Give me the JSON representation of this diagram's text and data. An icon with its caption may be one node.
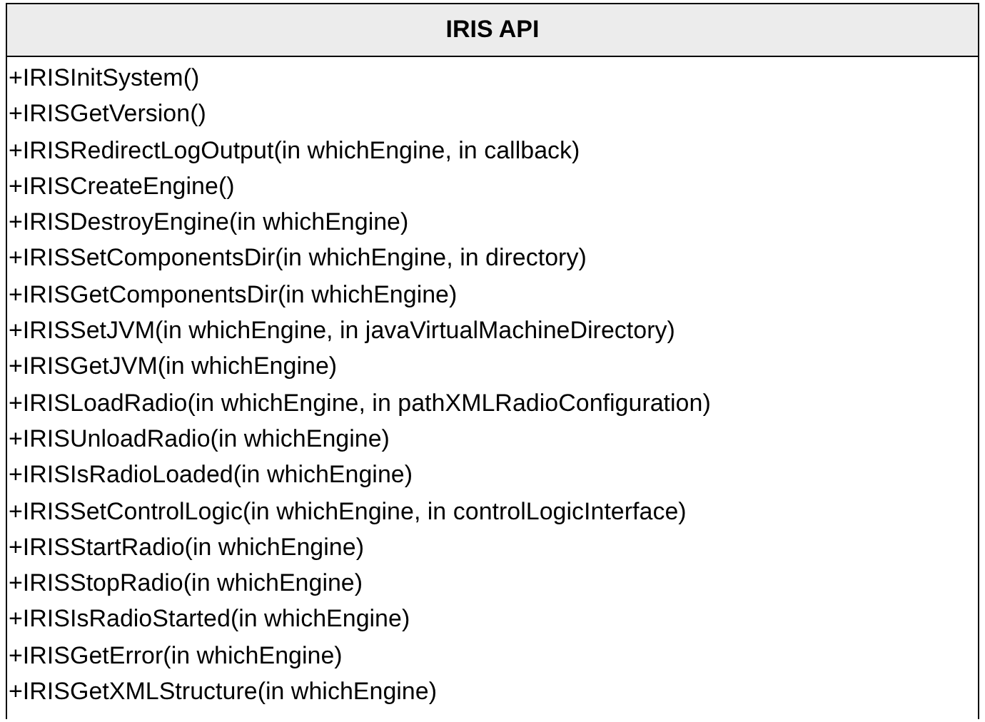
{
  "diagram": {
    "nodes": [
      {
        "text": [
          "IRIS API",
          "+IRISInitSystem()",
          "+IRISGetVersion()",
          "+IRISRedirectLogOutput(in whichEngine, in callback)",
          "+IRISCreateEngine()",
          "+IRISDestroyEngine(in whichEngine)",
          "+IRISSetComponentsDir(in whichEngine, in directory)",
          "+IRISGetComponentsDir(in whichEngine)",
          "+IRISSetJVM(in whichEngine, in javaVirtualMachineDirectory)",
          "+IRISGetJVM(in whichEngine)",
          "+IRISLoadRadio(in whichEngine, in pathXMLRadioConfiguration)",
          "+IRISUnloadRadio(in whichEngine)",
          "+IRISIsRadioLoaded(in whichEngine)",
          "+IRISSetControlLogic(in whichEngine, in controlLogicInterface)",
          "+IRISStartRadio(in whichEngine)",
          "+IRISStopRadio(in whichEngine)",
          "+IRISIsRadioStarted(in whichEngine)",
          "+IRISGetError(in whichEngine)",
          "+IRISGetXMLStructure(in whichEngine)"
        ]
      }
    ]
  }
}
